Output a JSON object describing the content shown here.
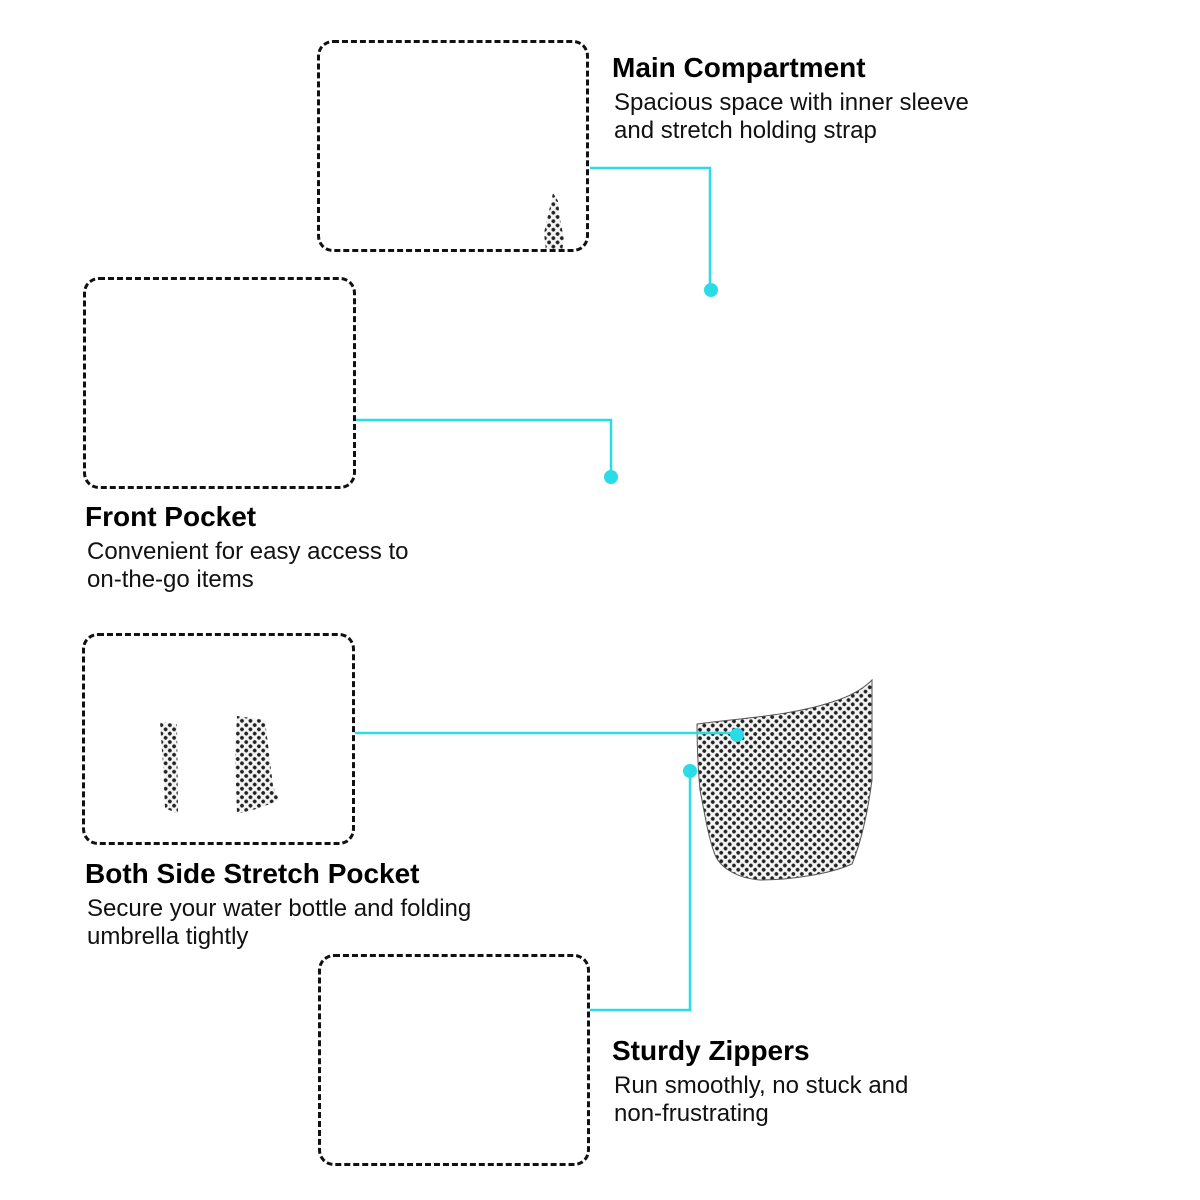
{
  "features": [
    {
      "id": "main-compartment",
      "title": "Main Compartment",
      "description_lines": [
        "Spacious space with inner sleeve",
        "and stretch holding strap"
      ]
    },
    {
      "id": "front-pocket",
      "title": "Front Pocket",
      "description_lines": [
        "Convenient for easy access to",
        "on-the-go items"
      ]
    },
    {
      "id": "side-stretch-pocket",
      "title": "Both Side Stretch Pocket",
      "description_lines": [
        "Secure your water bottle and folding",
        "umbrella tightly"
      ]
    },
    {
      "id": "sturdy-zippers",
      "title": "Sturdy Zippers",
      "description_lines": [
        "Run smoothly, no stuck and",
        "non-frustrating"
      ]
    }
  ],
  "colors": {
    "callout_line": "#29dce6",
    "box_border": "#111111",
    "mesh": "#222222"
  }
}
